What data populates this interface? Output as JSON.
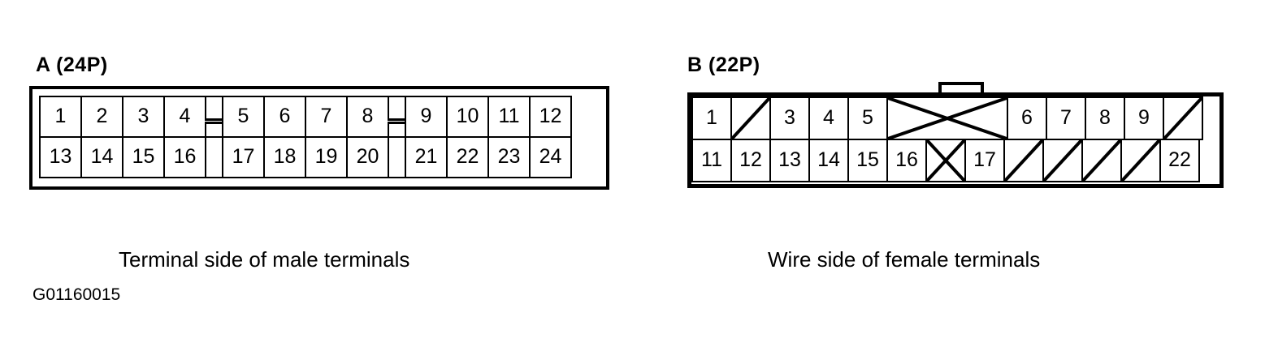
{
  "figure": {
    "id_code": "G01160015",
    "background_color": "#ffffff",
    "line_color": "#000000"
  },
  "connector_a": {
    "label": "A (24P)",
    "pin_count_label": "24P",
    "caption": "Terminal side of male terminals",
    "view": "Terminal side of male terminals",
    "top_row": [
      {
        "type": "pin",
        "number": "1"
      },
      {
        "type": "pin",
        "number": "2"
      },
      {
        "type": "pin",
        "number": "3"
      },
      {
        "type": "pin",
        "number": "4"
      },
      {
        "type": "keyway",
        "number": ""
      },
      {
        "type": "pin",
        "number": "5"
      },
      {
        "type": "pin",
        "number": "6"
      },
      {
        "type": "pin",
        "number": "7"
      },
      {
        "type": "pin",
        "number": "8"
      },
      {
        "type": "keyway",
        "number": ""
      },
      {
        "type": "pin",
        "number": "9"
      },
      {
        "type": "pin",
        "number": "10"
      },
      {
        "type": "pin",
        "number": "11"
      },
      {
        "type": "pin",
        "number": "12"
      }
    ],
    "bottom_row": [
      {
        "type": "pin",
        "number": "13"
      },
      {
        "type": "pin",
        "number": "14"
      },
      {
        "type": "pin",
        "number": "15"
      },
      {
        "type": "pin",
        "number": "16"
      },
      {
        "type": "keyway",
        "number": ""
      },
      {
        "type": "pin",
        "number": "17"
      },
      {
        "type": "pin",
        "number": "18"
      },
      {
        "type": "pin",
        "number": "19"
      },
      {
        "type": "pin",
        "number": "20"
      },
      {
        "type": "keyway",
        "number": ""
      },
      {
        "type": "pin",
        "number": "21"
      },
      {
        "type": "pin",
        "number": "22"
      },
      {
        "type": "pin",
        "number": "23"
      },
      {
        "type": "pin",
        "number": "24"
      }
    ]
  },
  "connector_b": {
    "label": "B (22P)",
    "pin_count_label": "22P",
    "caption": "Wire side of female terminals",
    "view": "Wire side of female terminals",
    "has_locking_tab": true,
    "top_row": [
      {
        "type": "pin",
        "number": "1"
      },
      {
        "type": "blank-diagonal",
        "number": ""
      },
      {
        "type": "pin",
        "number": "3"
      },
      {
        "type": "pin",
        "number": "4"
      },
      {
        "type": "pin",
        "number": "5"
      },
      {
        "type": "blank-x-span",
        "number": "",
        "span": 3
      },
      {
        "type": "pin",
        "number": "6"
      },
      {
        "type": "pin",
        "number": "7"
      },
      {
        "type": "pin",
        "number": "8"
      },
      {
        "type": "pin",
        "number": "9"
      },
      {
        "type": "blank-diagonal",
        "number": ""
      }
    ],
    "bottom_row": [
      {
        "type": "pin",
        "number": "11"
      },
      {
        "type": "pin",
        "number": "12"
      },
      {
        "type": "pin",
        "number": "13"
      },
      {
        "type": "pin",
        "number": "14"
      },
      {
        "type": "pin",
        "number": "15"
      },
      {
        "type": "pin",
        "number": "16"
      },
      {
        "type": "blank-x",
        "number": ""
      },
      {
        "type": "pin",
        "number": "17"
      },
      {
        "type": "blank-diagonal",
        "number": ""
      },
      {
        "type": "blank-diagonal",
        "number": ""
      },
      {
        "type": "blank-diagonal",
        "number": ""
      },
      {
        "type": "blank-diagonal",
        "number": ""
      },
      {
        "type": "pin",
        "number": "22"
      }
    ]
  }
}
